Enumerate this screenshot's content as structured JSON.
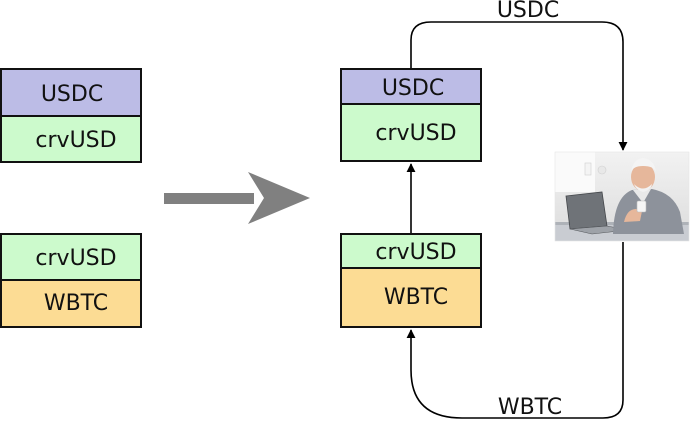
{
  "colors": {
    "usdc": "#bcbce6",
    "crvusd": "#ccfacc",
    "wbtc": "#fcdc94",
    "stroke": "#111111",
    "big_arrow": "#808080",
    "connector": "#000000"
  },
  "left": {
    "top_pair": {
      "upper": "USDC",
      "lower": "crvUSD"
    },
    "bottom_pair": {
      "upper": "crvUSD",
      "lower": "WBTC"
    }
  },
  "right": {
    "top_pair": {
      "upper": "USDC",
      "lower": "crvUSD"
    },
    "bottom_pair": {
      "upper": "crvUSD",
      "lower": "WBTC"
    }
  },
  "flow_labels": {
    "top": "USDC",
    "bottom": "WBTC"
  },
  "icons": {
    "transition": "big-right-arrow-icon",
    "actor": "man-at-laptop-photo"
  }
}
